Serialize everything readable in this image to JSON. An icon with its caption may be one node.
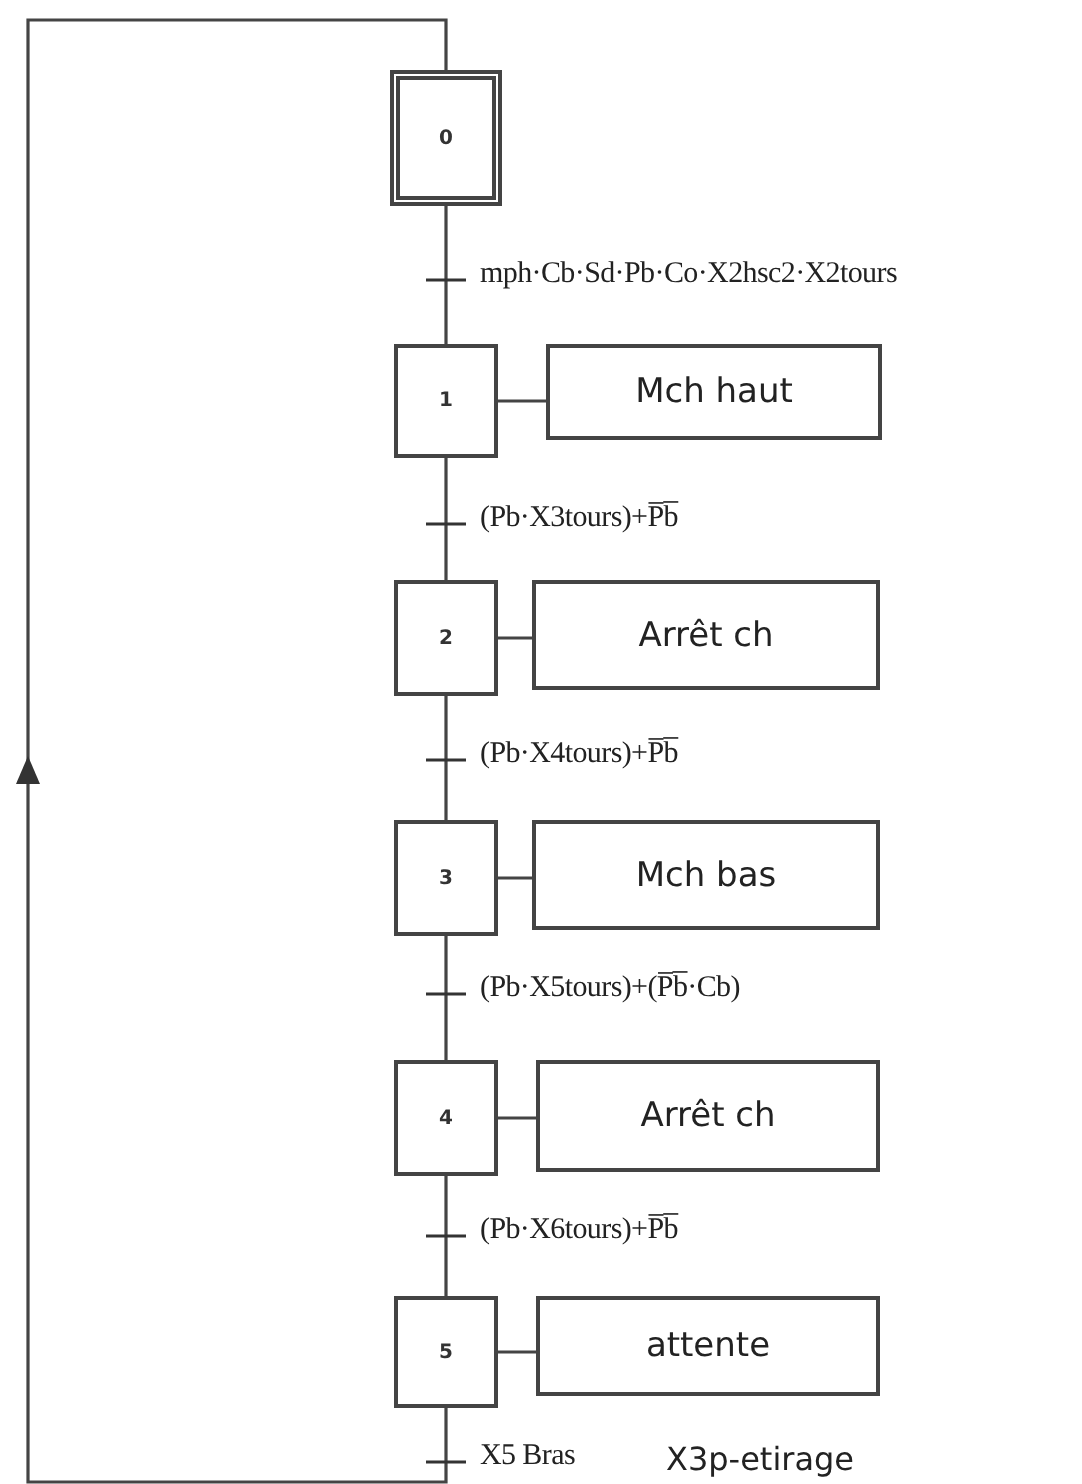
{
  "diagram": {
    "nodes": [
      {
        "text": [
          "0"
        ]
      },
      {
        "text": [
          "1"
        ]
      },
      {
        "text": [
          "2"
        ]
      },
      {
        "text": [
          "3"
        ]
      },
      {
        "text": [
          "4"
        ]
      },
      {
        "text": [
          "5"
        ]
      },
      {
        "text": [
          "Mch haut"
        ]
      },
      {
        "text": [
          "Arrêt ch"
        ]
      },
      {
        "text": [
          "Mch bas"
        ]
      },
      {
        "text": [
          "Arrêt ch"
        ]
      },
      {
        "text": [
          "attente"
        ]
      }
    ],
    "edges": [
      {
        "from": 0,
        "to": 1,
        "arrow": "none",
        "label": "mph·Cb·Sd·Pb·Co·X2hsc2·X2tours"
      },
      {
        "from": 1,
        "to": 2,
        "arrow": "none",
        "label": "(Pb·X3tours)+P̅b̅"
      },
      {
        "from": 2,
        "to": 3,
        "arrow": "none",
        "label": "(Pb·X4tours)+P̅b̅"
      },
      {
        "from": 3,
        "to": 4,
        "arrow": "none",
        "label": "(Pb·X5tours)+(P̅b̅·Cb)"
      },
      {
        "from": 4,
        "to": 5,
        "arrow": "none",
        "label": "(Pb·X6tours)+P̅b̅"
      },
      {
        "from": 5,
        "to": 0,
        "arrow": "to",
        "label": "X5 Bras"
      },
      {
        "from": 1,
        "to": 6,
        "arrow": "none"
      },
      {
        "from": 2,
        "to": 7,
        "arrow": "none"
      },
      {
        "from": 3,
        "to": 8,
        "arrow": "none"
      },
      {
        "from": 4,
        "to": 9,
        "arrow": "none"
      },
      {
        "from": 5,
        "to": 10,
        "arrow": "none"
      }
    ],
    "labels": [
      "X3p-etirage"
    ]
  }
}
